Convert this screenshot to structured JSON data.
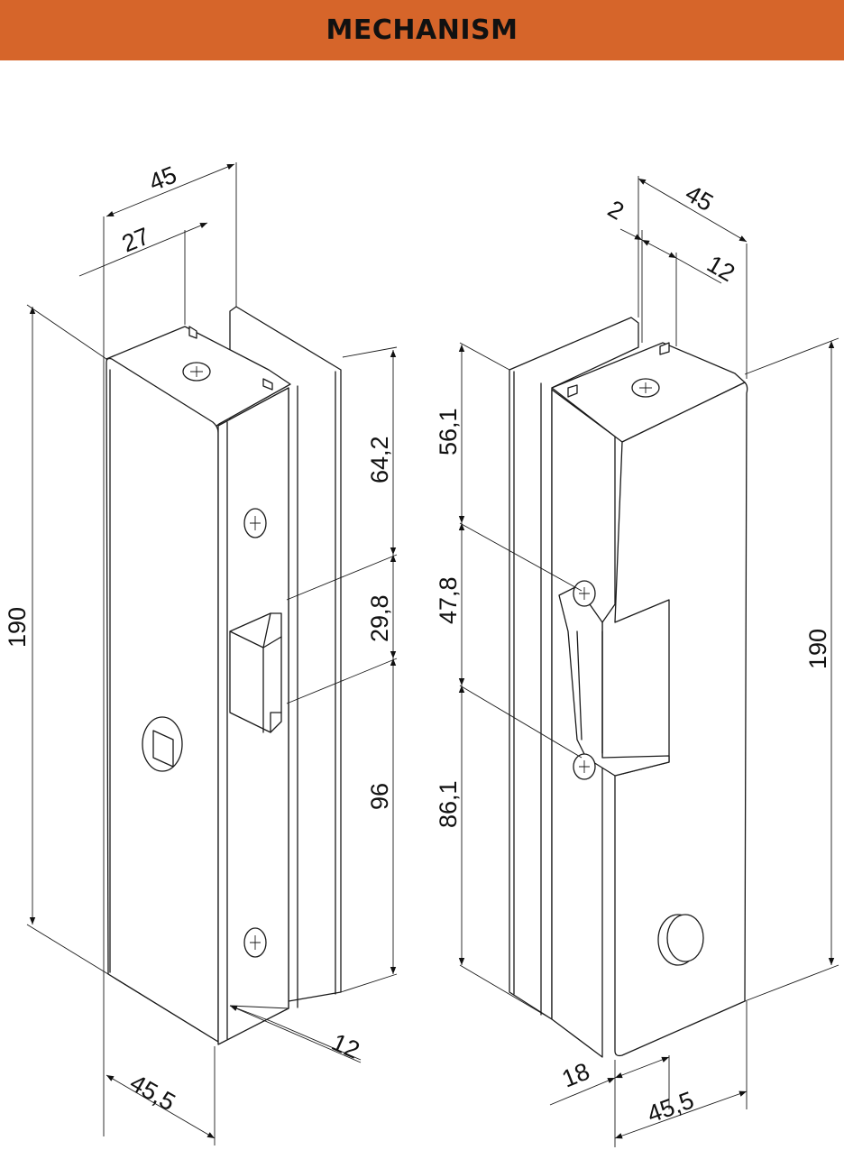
{
  "header": {
    "title": "MECHANISM",
    "background": "#d6652a"
  },
  "left_view": {
    "dimensions": {
      "top_width": "45",
      "top_inner": "27",
      "height": "190",
      "segment_top": "64,2",
      "segment_mid": "29,8",
      "segment_bottom": "96",
      "depth": "12",
      "bottom_width": "45,5"
    }
  },
  "right_view": {
    "dimensions": {
      "top_small": "2",
      "top_width": "45",
      "top_depth": "12",
      "segment_top": "56,1",
      "segment_mid": "47,8",
      "segment_bottom": "86,1",
      "height": "190",
      "bottom_offset": "18",
      "bottom_width": "45,5"
    }
  }
}
